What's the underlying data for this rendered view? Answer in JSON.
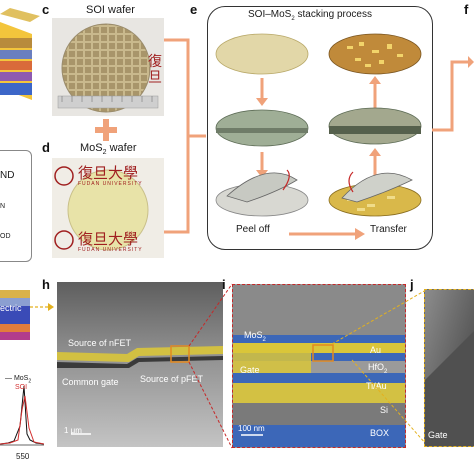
{
  "panels": {
    "c": {
      "letter": "c",
      "title": "SOI wafer"
    },
    "d": {
      "letter": "d",
      "title_main": "MoS",
      "title_sub": "2",
      "title_tail": " wafer",
      "university": "FUDAN UNIVERSITY"
    },
    "e": {
      "letter": "e",
      "title_main": "SOI–MoS",
      "title_sub": "2",
      "title_tail": " stacking process",
      "peel_off": "Peel off",
      "transfer": "Transfer"
    },
    "f": {
      "letter": "f"
    },
    "h": {
      "letter": "h",
      "source_nfet": "Source of nFET",
      "source_pfet": "Source of pFET",
      "common_gate": "Common gate",
      "scale": "1 μm"
    },
    "i": {
      "letter": "i",
      "mos2_main": "MoS",
      "mos2_sub": "2",
      "gate": "Gate",
      "au": "Au",
      "hfo2_main": "HfO",
      "hfo2_sub": "2",
      "tiau": "Ti/Au",
      "si": "Si",
      "box": "BOX",
      "scale": "100 nm"
    },
    "j": {
      "letter": "j",
      "gate": "Gate"
    },
    "left_fragments": {
      "nd": "ND",
      "n": "N",
      "od": "OD",
      "electric": "ectric",
      "legend_mos2": "MoS",
      "legend_mos2_sub": "2",
      "legend_soi": "SOI",
      "tick_550": "550"
    }
  },
  "colors": {
    "accent_orange": "#f0a27a",
    "dashed_red": "#c62828",
    "dashed_yellow": "#e3b11f",
    "yellow_layer": "#d9c53a"
  }
}
